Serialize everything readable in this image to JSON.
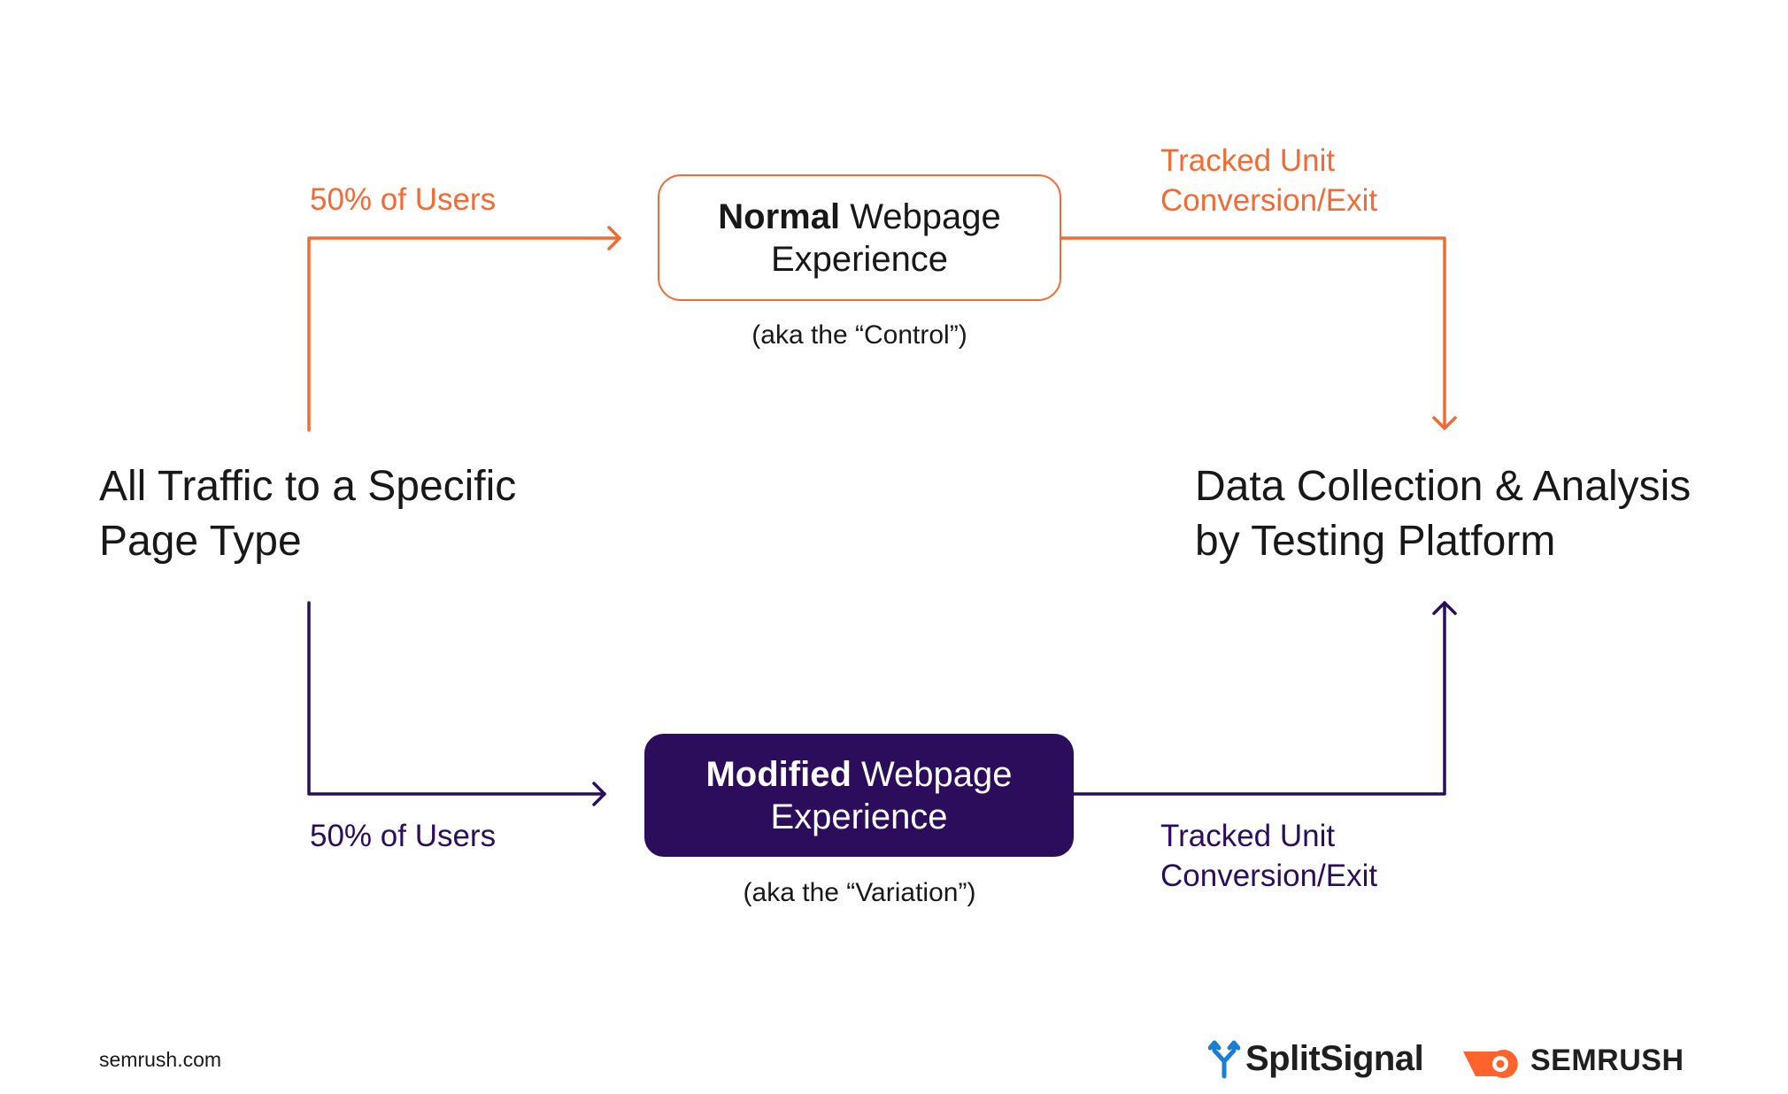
{
  "source": {
    "label": "All Traffic to a Specific",
    "label_line2": "Page Type"
  },
  "destination": {
    "label": "Data Collection & Analysis",
    "label_line2": "by Testing Platform"
  },
  "control": {
    "bold": "Normal",
    "rest": "Webpage",
    "line2": "Experience",
    "caption": "(aka the “Control”)",
    "split_label": "50% of Users",
    "tracked_line1": "Tracked Unit",
    "tracked_line2": "Conversion/Exit",
    "color": "#f26a34"
  },
  "variation": {
    "bold": "Modified",
    "rest": "Webpage",
    "line2": "Experience",
    "caption": "(aka the “Variation”)",
    "split_label": "50% of Users",
    "tracked_line1": "Tracked Unit",
    "tracked_line2": "Conversion/Exit",
    "color": "#2c0d5c"
  },
  "footer": {
    "url": "semrush.com",
    "brand_splitsignal": "SplitSignal",
    "brand_semrush": "SEMRUSH",
    "splitsignal_icon": "split-arrows-icon",
    "semrush_icon": "semrush-fireball-icon",
    "splitsignal_icon_color": "#1a7fd4",
    "semrush_icon_color": "#ff642d"
  }
}
